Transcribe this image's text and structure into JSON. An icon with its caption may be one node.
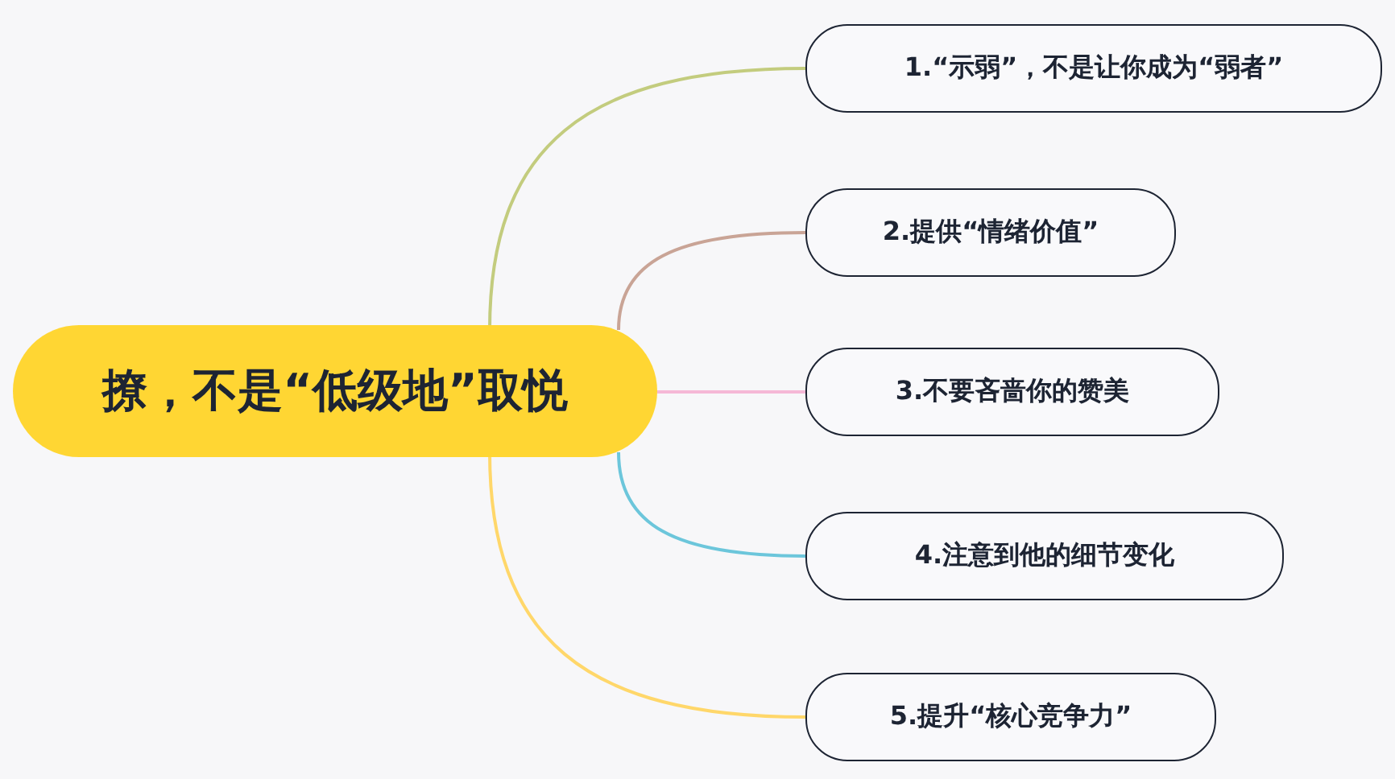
{
  "diagram": {
    "nodes": [
      {
        "text": [
          "撩，不是“低级地”取悦"
        ]
      },
      {
        "text": [
          "1.“示弱”，不是让你成为“弱者”"
        ]
      },
      {
        "text": [
          "2.提供“情绪价值”"
        ]
      },
      {
        "text": [
          "3.不要吝啬你的赞美"
        ]
      },
      {
        "text": [
          "4.注意到他的细节变化"
        ]
      },
      {
        "text": [
          "5.提升“核心竞争力”"
        ]
      }
    ],
    "edges": [
      {
        "from": 0,
        "to": 1,
        "arrow": "none",
        "color": "#c3cc7e"
      },
      {
        "from": 0,
        "to": 2,
        "arrow": "none",
        "color": "#c9a496"
      },
      {
        "from": 0,
        "to": 3,
        "arrow": "none",
        "color": "#f5b8d6"
      },
      {
        "from": 0,
        "to": 4,
        "arrow": "none",
        "color": "#6cc6db"
      },
      {
        "from": 0,
        "to": 5,
        "arrow": "none",
        "color": "#ffd76a"
      }
    ]
  }
}
